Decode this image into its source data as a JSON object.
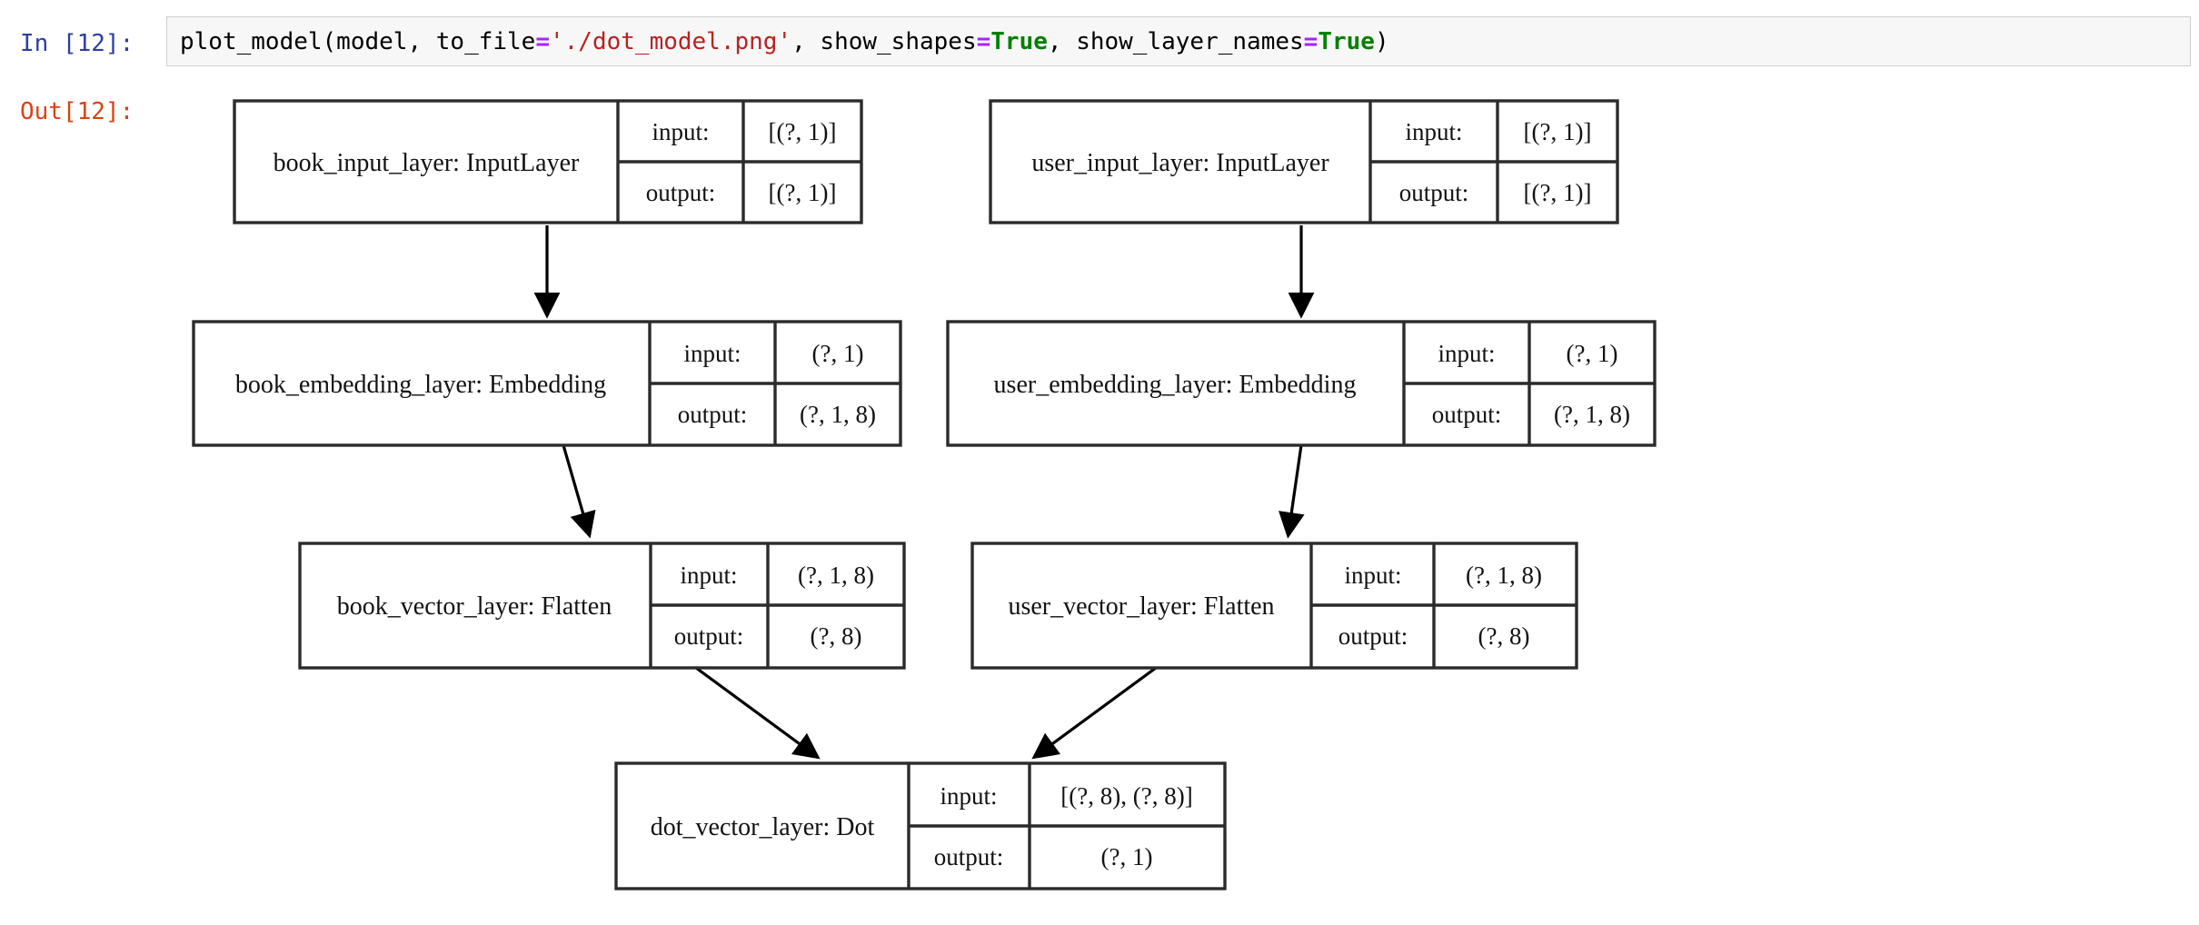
{
  "notebook": {
    "in_prompt": "In [12]:",
    "out_prompt": "Out[12]:",
    "code": {
      "call": "plot_model(model, to_file",
      "eq1": "=",
      "string": "'./dot_model.png'",
      "sep1": ", show_shapes",
      "eq2": "=",
      "kw1": "True",
      "sep2": ", show_layer_names",
      "eq3": "=",
      "kw2": "True",
      "close": ")"
    }
  },
  "diagram": {
    "type": "keras-model-graph",
    "io_labels": {
      "input": "input:",
      "output": "output:"
    },
    "nodes": [
      {
        "id": "book_input_layer",
        "label": "book_input_layer: InputLayer",
        "input_shape": "[(?, 1)]",
        "output_shape": "[(?, 1)]"
      },
      {
        "id": "user_input_layer",
        "label": "user_input_layer: InputLayer",
        "input_shape": "[(?, 1)]",
        "output_shape": "[(?, 1)]"
      },
      {
        "id": "book_embedding_layer",
        "label": "book_embedding_layer: Embedding",
        "input_shape": "(?, 1)",
        "output_shape": "(?, 1, 8)"
      },
      {
        "id": "user_embedding_layer",
        "label": "user_embedding_layer: Embedding",
        "input_shape": "(?, 1)",
        "output_shape": "(?, 1, 8)"
      },
      {
        "id": "book_vector_layer",
        "label": "book_vector_layer: Flatten",
        "input_shape": "(?, 1, 8)",
        "output_shape": "(?, 8)"
      },
      {
        "id": "user_vector_layer",
        "label": "user_vector_layer: Flatten",
        "input_shape": "(?, 1, 8)",
        "output_shape": "(?, 8)"
      },
      {
        "id": "dot_vector_layer",
        "label": "dot_vector_layer: Dot",
        "input_shape": "[(?, 8), (?, 8)]",
        "output_shape": "(?, 1)"
      }
    ],
    "edges": [
      {
        "from": "book_input_layer",
        "to": "book_embedding_layer"
      },
      {
        "from": "user_input_layer",
        "to": "user_embedding_layer"
      },
      {
        "from": "book_embedding_layer",
        "to": "book_vector_layer"
      },
      {
        "from": "user_embedding_layer",
        "to": "user_vector_layer"
      },
      {
        "from": "book_vector_layer",
        "to": "dot_vector_layer"
      },
      {
        "from": "user_vector_layer",
        "to": "dot_vector_layer"
      }
    ]
  }
}
